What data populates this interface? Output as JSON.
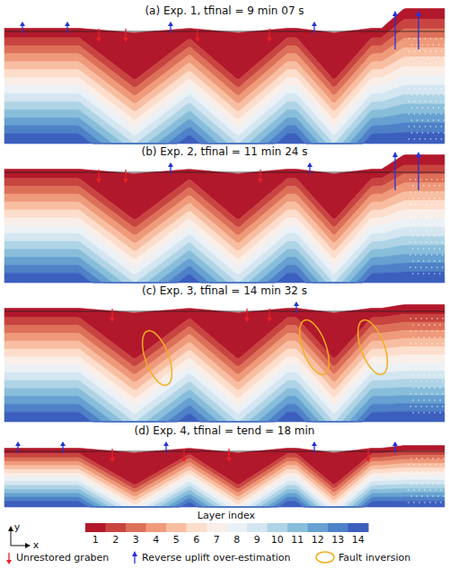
{
  "diagram": {
    "labels": [
      "(a) Exp. 1, tfinal = 9 min 07 s",
      "(b) Exp. 2, tfinal = 11 min 24 s",
      "(c) Exp. 3, tfinal = 14 min 32 s",
      "(d) Exp. 4, tfinal = tend = 18 min",
      "y",
      "x",
      "Layer index",
      "1",
      "2",
      "3",
      "4",
      "5",
      "6",
      "7",
      "8",
      "9",
      "10",
      "11",
      "12",
      "13",
      "14"
    ],
    "legend": [
      {
        "text": "Unrestored graben"
      },
      {
        "text": "Reverse uplift over-estimation"
      },
      {
        "text": "Fault inversion"
      }
    ]
  }
}
